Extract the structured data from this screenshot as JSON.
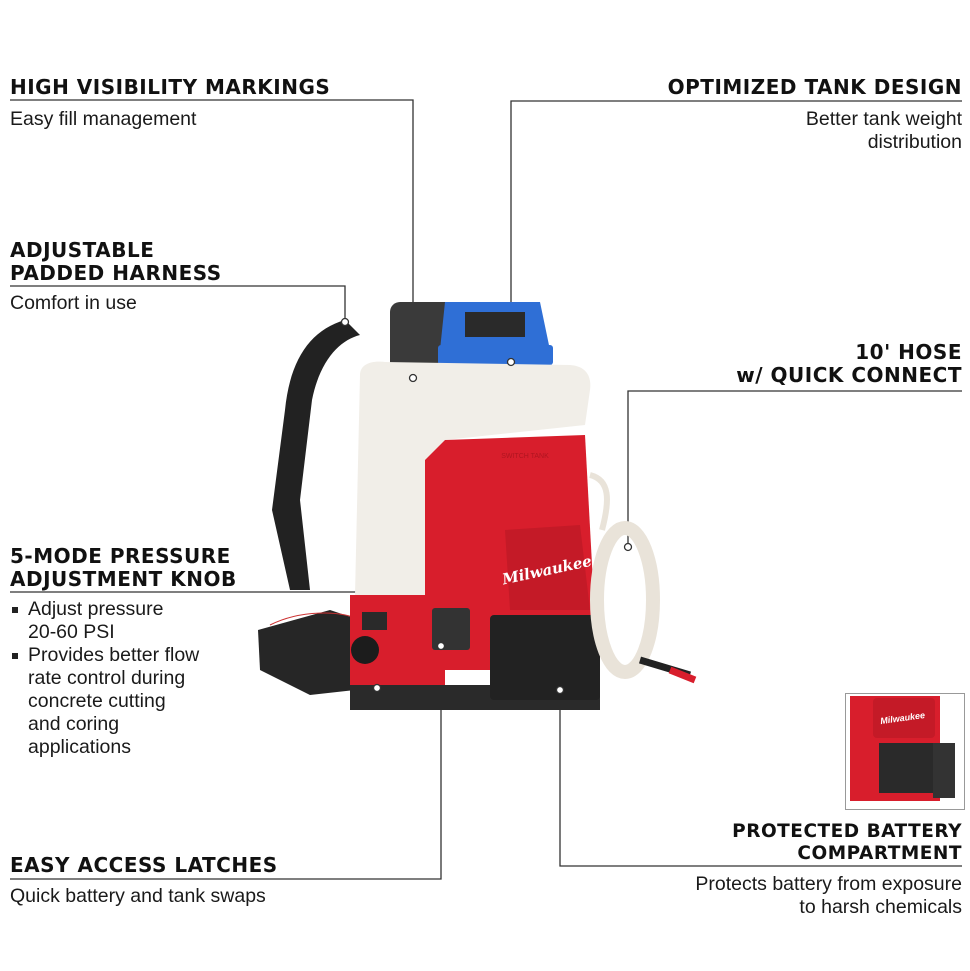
{
  "features": {
    "high_visibility": {
      "title": "HIGH VISIBILITY MARKINGS",
      "desc": "Easy fill management"
    },
    "optimized_tank": {
      "title": "OPTIMIZED TANK DESIGN",
      "desc_lines": [
        "Better tank weight",
        "distribution"
      ]
    },
    "harness": {
      "title_lines": [
        "ADJUSTABLE",
        "PADDED HARNESS"
      ],
      "desc": "Comfort in use"
    },
    "hose": {
      "title_lines": [
        "10' HOSE",
        "w/ QUICK CONNECT"
      ]
    },
    "pressure_knob": {
      "title_lines": [
        "5-MODE PRESSURE",
        "ADJUSTMENT KNOB"
      ],
      "bullets": [
        [
          "Adjust pressure",
          "20-60 PSI"
        ],
        [
          "Provides better flow",
          "rate control during",
          "concrete cutting",
          "and coring",
          "applications"
        ]
      ]
    },
    "latches": {
      "title": "EASY ACCESS LATCHES",
      "desc": "Quick battery and tank swaps"
    },
    "battery": {
      "title_lines": [
        "PROTECTED BATTERY",
        "COMPARTMENT"
      ],
      "desc_lines": [
        "Protects battery from exposure",
        "to harsh chemicals"
      ]
    }
  },
  "product": {
    "brand_logo": "Milwaukee",
    "tank_label": "SWITCH TANK"
  },
  "colors": {
    "red": "#d81e2c",
    "blue": "#2f6fd6",
    "tank": "#f1eee8",
    "dark": "#2a2a2a",
    "line": "#333333"
  }
}
